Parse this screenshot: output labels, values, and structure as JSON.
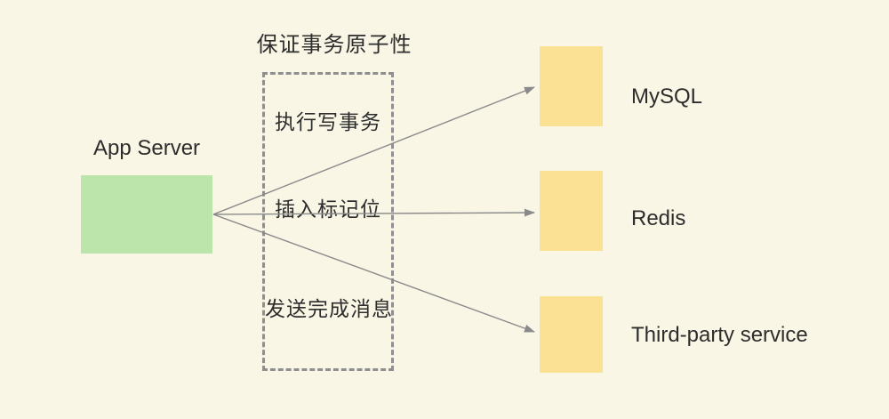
{
  "diagram": {
    "title": "保证事务原子性",
    "source": {
      "label": "App Server"
    },
    "steps": [
      {
        "label": "执行写事务"
      },
      {
        "label": "插入标记位"
      },
      {
        "label": "发送完成消息"
      }
    ],
    "targets": [
      {
        "label": "MySQL"
      },
      {
        "label": "Redis"
      },
      {
        "label": "Third-party service"
      }
    ],
    "colors": {
      "background": "#faf6e5",
      "source_node_fill": "#bce5ab",
      "target_node_fill": "#fbe193",
      "arrow": "#8a8a8a",
      "dashed_border": "#8f8f8f",
      "text": "#2d2d2d"
    }
  }
}
